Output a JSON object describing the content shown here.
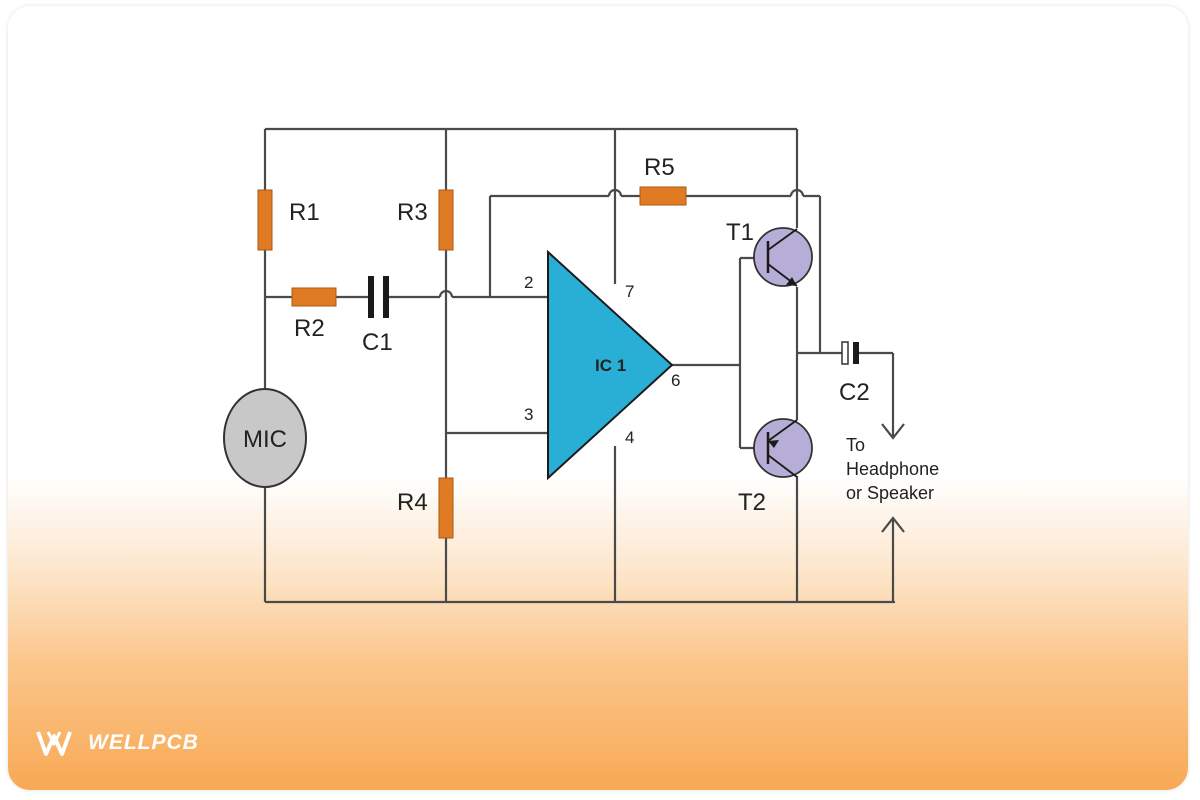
{
  "diagram": {
    "labels": {
      "r1": "R1",
      "r2": "R2",
      "r3": "R3",
      "r4": "R4",
      "r5": "R5",
      "c1": "C1",
      "c2": "C2",
      "t1": "T1",
      "t2": "T2",
      "ic": "IC 1",
      "mic": "MIC",
      "pin2": "2",
      "pin3": "3",
      "pin4": "4",
      "pin6": "6",
      "pin7": "7",
      "out_line1": "To",
      "out_line2": "Headphone",
      "out_line3": "or Speaker"
    },
    "colors": {
      "resistor": "#e07b24",
      "ic": "#29afd6",
      "transistor": "#b7aed8",
      "mic": "#c8c8c8",
      "wire": "#4a4a4a"
    }
  },
  "brand": {
    "name": "WELLPCB"
  }
}
